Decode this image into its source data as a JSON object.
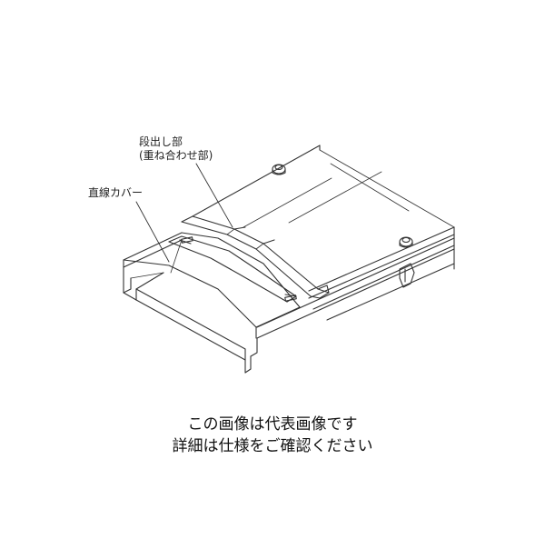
{
  "labels": {
    "step_part": "段出し部",
    "step_part_sub": "(重ね合わせ部)",
    "straight_cover": "直線カバー"
  },
  "notes": {
    "line1": "この画像は代表画像です",
    "line2": "詳細は仕様をご確認ください"
  }
}
